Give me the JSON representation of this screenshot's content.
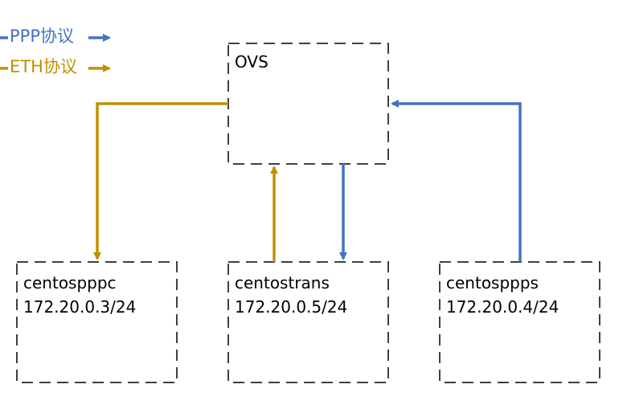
{
  "colors": {
    "ppp": "#4472C4",
    "eth": "#BF9000",
    "box_border": "#000000",
    "background": "#FFFFFF"
  },
  "legend": [
    {
      "key": "ppp",
      "label": "PPP协议"
    },
    {
      "key": "eth",
      "label": "ETH协议"
    }
  ],
  "nodes": {
    "ovs": {
      "name": "OVS"
    },
    "centospppc": {
      "name": "centospppc",
      "ip": "172.20.0.3/24"
    },
    "centostrans": {
      "name": "centostrans",
      "ip": "172.20.0.5/24"
    },
    "centosppps": {
      "name": "centosppps",
      "ip": "172.20.0.4/24"
    }
  },
  "edges": [
    {
      "from": "ovs",
      "to": "centospppc",
      "protocol": "eth"
    },
    {
      "from": "centostrans",
      "to": "ovs",
      "protocol": "eth"
    },
    {
      "from": "ovs",
      "to": "centostrans",
      "protocol": "ppp"
    },
    {
      "from": "centosppps",
      "to": "ovs",
      "protocol": "ppp"
    }
  ]
}
